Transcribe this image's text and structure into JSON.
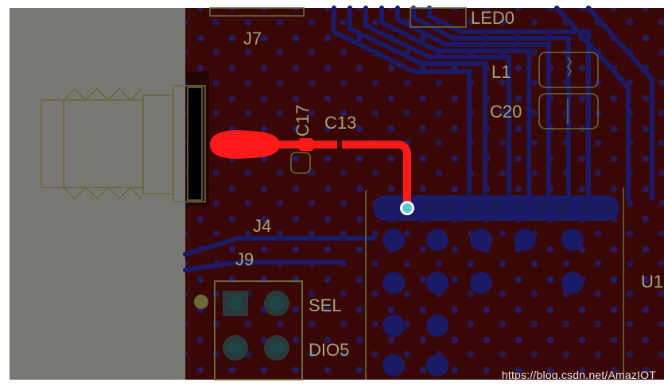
{
  "view": {
    "board_color": "#3a0707",
    "keepout_color": "#7a7875",
    "trace_color": "#1a1a66",
    "highlight_trace_color": "#ff1a1a",
    "via_color": "#2a2a8a",
    "silkscreen_color": "#a5a47a",
    "selected_pad_color": "#58c8d4"
  },
  "designators": {
    "j7": "J7",
    "led0": "LED0",
    "l1": "L1",
    "c20": "C20",
    "c17": "C17",
    "c13": "C13",
    "j4": "J4",
    "j9": "J9",
    "u1": "U1",
    "sel": "SEL",
    "dio5": "DIO5"
  },
  "watermark": "https://blog.csdn.net/AmazIOT"
}
